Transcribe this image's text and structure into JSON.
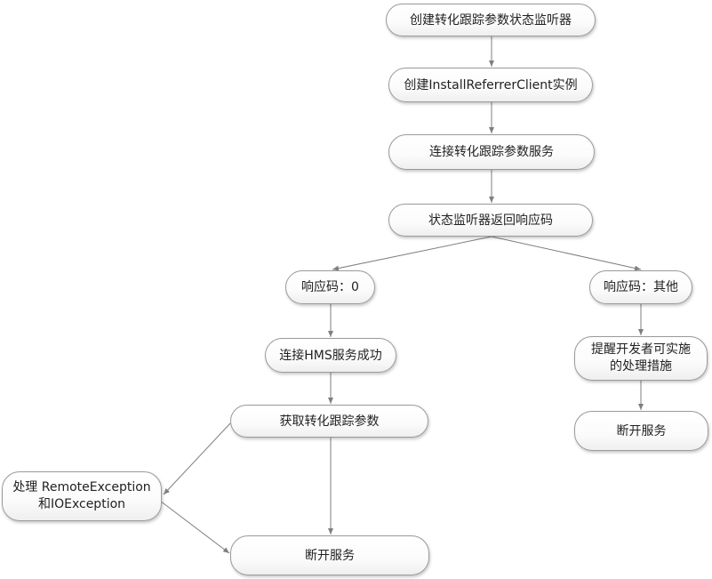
{
  "nodes": {
    "create_listener": "创建转化跟踪参数状态监听器",
    "create_client": "创建InstallReferrerClient实例",
    "connect_service": "连接转化跟踪参数服务",
    "listener_returns": "状态监听器返回响应码",
    "code_zero": "响应码：0",
    "code_other": "响应码：其他",
    "hms_success": "连接HMS服务成功",
    "get_params": "获取转化跟踪参数",
    "handle_exception_line1": "处理 RemoteException",
    "handle_exception_line2": "和IOException",
    "disconnect_left": "断开服务",
    "remind_line1": "提醒开发者可实施",
    "remind_line2": "的处理措施",
    "disconnect_right": "断开服务"
  },
  "colors": {
    "node_border": "#9a9a9a",
    "edge": "#7f7f7f",
    "text": "#222222"
  }
}
